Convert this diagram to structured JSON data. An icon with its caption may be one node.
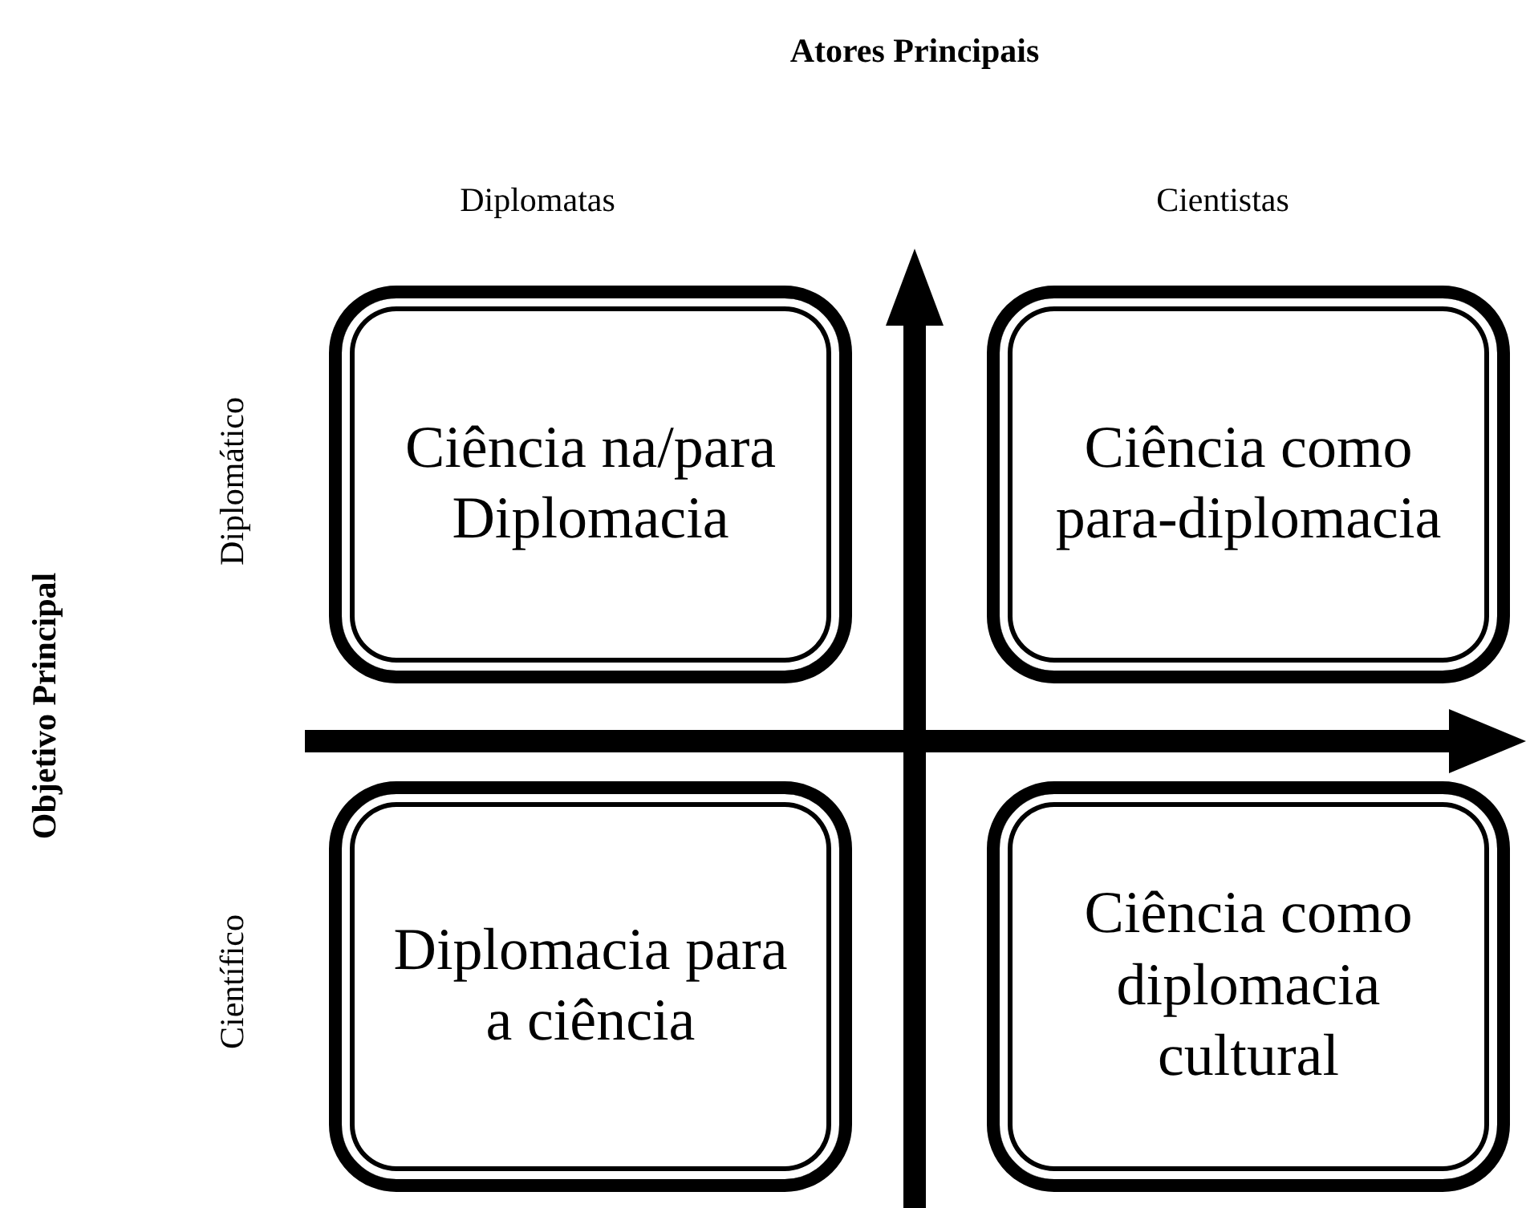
{
  "diagram": {
    "nodes": [
      {
        "text": [
          "Ciência na/para Diplomacia"
        ]
      },
      {
        "text": [
          "Ciência como para-diplomacia"
        ]
      },
      {
        "text": [
          "Diplomacia para a ciência"
        ]
      },
      {
        "text": [
          "Ciência como diplomacia cultural"
        ]
      }
    ],
    "edges": [],
    "labels": [
      "Atores Principais",
      "Diplomatas",
      "Cientistas",
      "Objetivo Principal",
      "Diplomático",
      "Científico"
    ]
  }
}
